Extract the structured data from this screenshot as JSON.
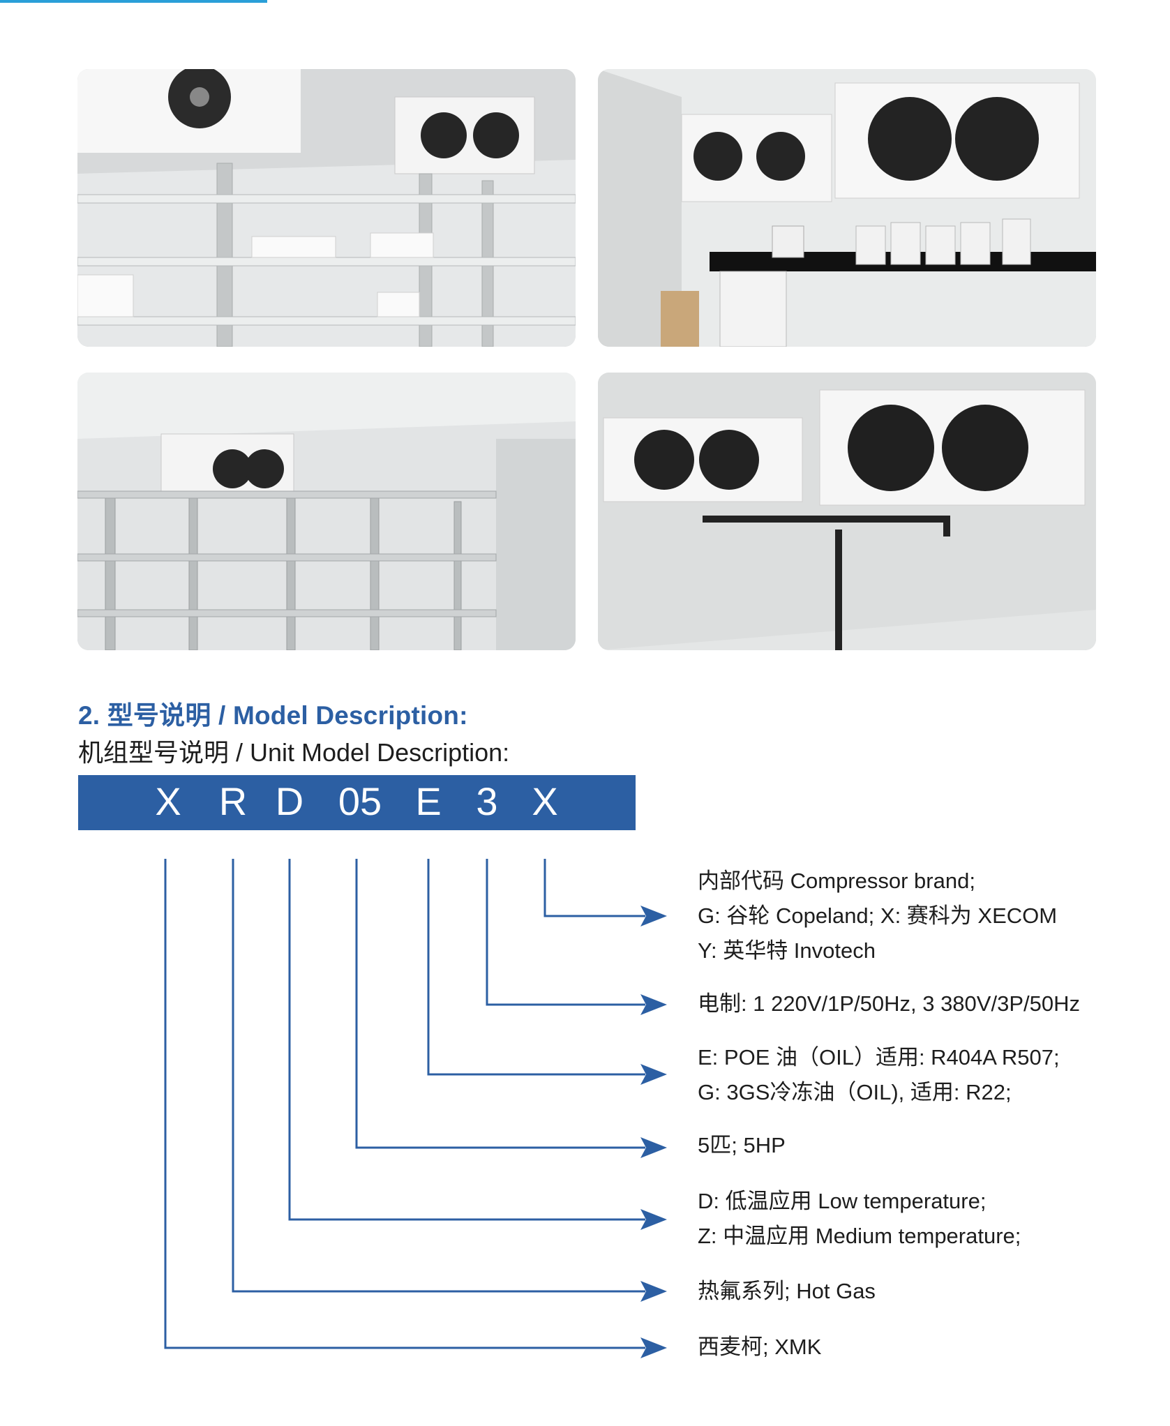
{
  "section": {
    "title": "2. 型号说明 / Model Description:",
    "subtitle": "机组型号说明 / Unit Model Description:"
  },
  "model_code": [
    "X",
    "R",
    "D",
    "05",
    "E",
    "3",
    "X"
  ],
  "descriptions": [
    {
      "lines": [
        "内部代码 Compressor brand;",
        "G: 谷轮 Copeland; X: 赛科为 XECOM",
        "Y: 英华特 Invotech"
      ]
    },
    {
      "lines": [
        "电制: 1  220V/1P/50Hz, 3  380V/3P/50Hz"
      ]
    },
    {
      "lines": [
        "E: POE 油（OIL）适用: R404A R507;",
        "G: 3GS冷冻油（OIL), 适用: R22;"
      ]
    },
    {
      "lines": [
        "5匹; 5HP"
      ]
    },
    {
      "lines": [
        "D: 低温应用 Low temperature;",
        "Z: 中温应用 Medium temperature;"
      ]
    },
    {
      "lines": [
        "热氟系列; Hot Gas"
      ]
    },
    {
      "lines": [
        "西麦柯; XMK"
      ]
    }
  ],
  "colors": {
    "accent": "#2c5fa3",
    "top_bar": "#2a9fd8"
  },
  "photos": [
    {
      "subject": "cold room with metal shelving and evaporator unit"
    },
    {
      "subject": "laboratory cold room with two evaporator units and bench"
    },
    {
      "subject": "cold room with stainless steel shelving"
    },
    {
      "subject": "two evaporator units with drain pipes"
    }
  ]
}
